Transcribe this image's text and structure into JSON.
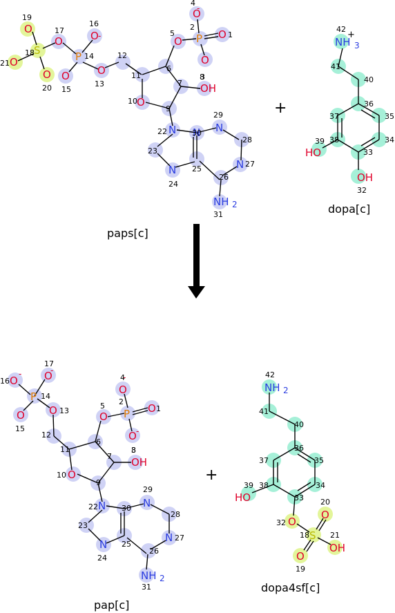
{
  "reactants": [
    {
      "name": "paps[c]"
    },
    {
      "name": "dopa[c]"
    }
  ],
  "products": [
    {
      "name": "pap[c]"
    },
    {
      "name": "dopa4sf[c]"
    }
  ],
  "operators": {
    "plus": "+"
  },
  "colors": {
    "highlight_blue": "#cfd2f5",
    "highlight_green": "#a6f0d8",
    "highlight_yellow": "#e3f59a",
    "oxygen": "#e0002a",
    "nitrogen": "#2a3ce0",
    "sulfur": "#b8b800",
    "phosphorus": "#e07a00"
  }
}
